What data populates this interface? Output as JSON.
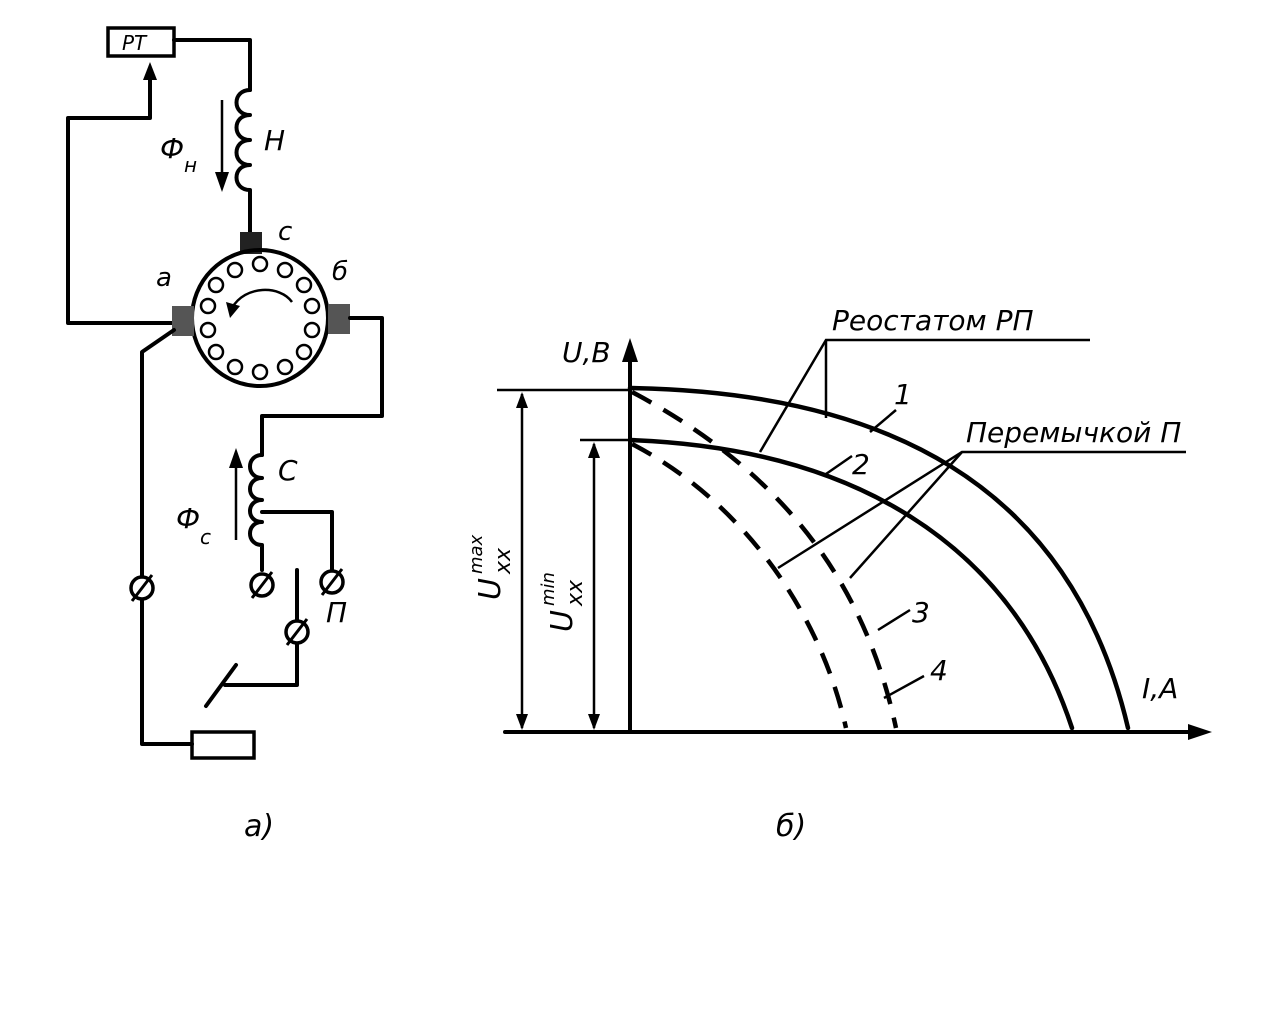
{
  "circuit": {
    "rt_label": "PT",
    "phi_n": "Ф",
    "phi_n_sub": "н",
    "coil_n": "Н",
    "brush_c": "с",
    "brush_a": "а",
    "brush_b": "б",
    "coil_s": "С",
    "phi_s": "Ф",
    "phi_s_sub": "с",
    "jumper": "П",
    "caption": "а)"
  },
  "graph": {
    "y_axis": "U,B",
    "x_axis": "I,A",
    "u_max_base": "U",
    "u_max_sup": "max",
    "u_max_sub": "xx",
    "u_min_base": "U",
    "u_min_sup": "min",
    "u_min_sub": "xx",
    "annot_rheostat": "Реостатом РП",
    "annot_jumper": "Перемычкой П",
    "curve_labels": [
      "1",
      "2",
      "3",
      "4"
    ],
    "caption": "б)"
  }
}
